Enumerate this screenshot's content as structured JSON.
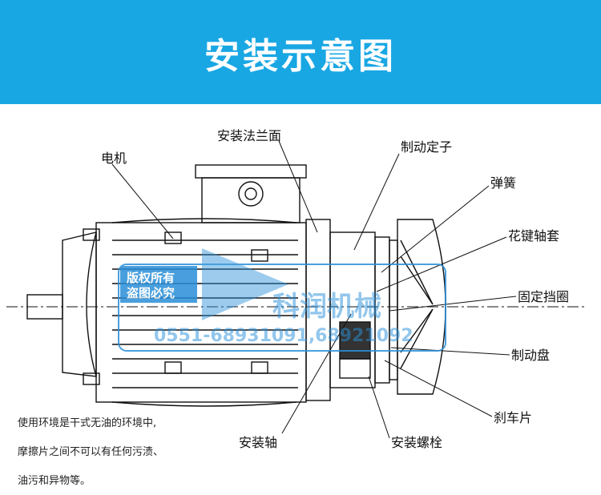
{
  "banner": {
    "title": "安装示意图"
  },
  "labels": {
    "flange": "安装法兰面",
    "motor": "电机",
    "stator": "制动定子",
    "spring": "弹簧",
    "spline_sleeve": "花键轴套",
    "fixed_plate": "固定挡圈",
    "brake_disc": "制动盘",
    "brake_pad": "刹车片",
    "shaft": "安装轴",
    "bolt": "安装螺栓"
  },
  "watermark": {
    "line1": "版权所有",
    "line2": "盗图必究",
    "company": "科润机械",
    "phone": "0551-68931091,68921092"
  },
  "notes": [
    "使用环境是干式无油的环境中,",
    "摩擦片之间不可以有任何污渍、",
    "油污和异物等。"
  ],
  "colors": {
    "banner": "#19a7e4",
    "watermark": "#2a8fd8"
  }
}
